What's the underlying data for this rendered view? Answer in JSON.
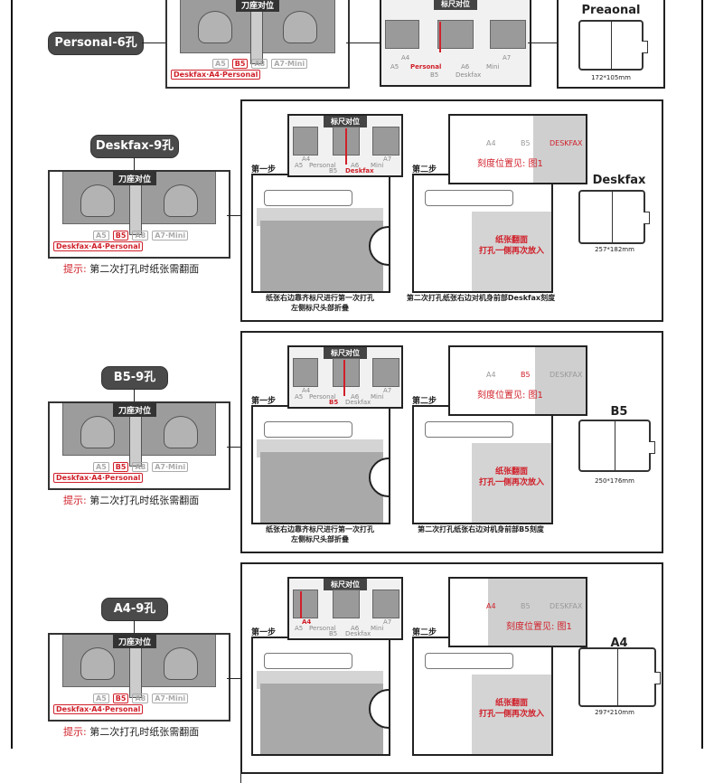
{
  "sections": [
    {
      "id": "personal",
      "pill": "Personal-6孔",
      "seat": {
        "tag": "刀座对位",
        "gray_marks": [
          "A5",
          "A8",
          "A7·Mini"
        ],
        "b5": "B5",
        "red_row": "Deskfax·A4·Personal"
      },
      "ruler": {
        "tag": "标尺对位",
        "labels": [
          "A4",
          "A5",
          "Personal",
          "B5",
          "A6",
          "Deskfax",
          "A7",
          "Mini"
        ],
        "highlight": "Personal"
      },
      "book": {
        "title": "Preaonal",
        "size": "172*105mm"
      }
    },
    {
      "id": "deskfax",
      "pill": "Deskfax-9孔",
      "seat": {
        "tag": "刀座对位",
        "gray_marks": [
          "A5",
          "A8",
          "A7·Mini"
        ],
        "b5": "B5",
        "red_row": "Deskfax·A4·Personal"
      },
      "tip": {
        "key": "提示:",
        "text": "第二次打孔时纸张需翻面"
      },
      "step1": "第一步",
      "step2": "第二步",
      "ruler": {
        "tag": "标尺对位",
        "labels": [
          "A4",
          "A5",
          "Personal",
          "B5",
          "A6",
          "Deskfax",
          "A7",
          "Mini"
        ],
        "highlight": "Deskfax"
      },
      "scale": {
        "marks": [
          "A4",
          "B5",
          "DESKFAX"
        ],
        "note": "刻度位置见: 图1"
      },
      "flip_note": [
        "纸张翻面",
        "打孔一侧再次放入"
      ],
      "cap1": [
        "纸张右边靠齐标尺进行第一次打孔",
        "左侧标尺头部折叠"
      ],
      "cap2": "第二次打孔纸张右边对机身前部Deskfax刻度",
      "book": {
        "title": "Deskfax",
        "size": "257*182mm"
      }
    },
    {
      "id": "b5",
      "pill": "B5-9孔",
      "seat": {
        "tag": "刀座对位",
        "gray_marks": [
          "A5",
          "A8",
          "A7·Mini"
        ],
        "b5": "B5",
        "red_row": "Deskfax·A4·Personal"
      },
      "tip": {
        "key": "提示:",
        "text": "第二次打孔时纸张需翻面"
      },
      "step1": "第一步",
      "step2": "第二步",
      "ruler": {
        "tag": "标尺对位",
        "labels": [
          "A4",
          "A5",
          "Personal",
          "B5",
          "A6",
          "Deskfax",
          "A7",
          "Mini"
        ],
        "highlight": "B5"
      },
      "scale": {
        "marks": [
          "A4",
          "B5",
          "DESKFAX"
        ],
        "note": "刻度位置见: 图1"
      },
      "flip_note": [
        "纸张翻面",
        "打孔一侧再次放入"
      ],
      "cap1": [
        "纸张右边靠齐标尺进行第一次打孔",
        "左侧标尺头部折叠"
      ],
      "cap2": "第二次打孔纸张右边对机身前部B5刻度",
      "book": {
        "title": "B5",
        "size": "250*176mm"
      }
    },
    {
      "id": "a4",
      "pill": "A4-9孔",
      "seat": {
        "tag": "刀座对位",
        "gray_marks": [
          "A5",
          "A8",
          "A7·Mini"
        ],
        "b5": "B5",
        "red_row": "Deskfax·A4·Personal"
      },
      "tip": {
        "key": "提示:",
        "text": "第二次打孔时纸张需翻面"
      },
      "step1": "第一步",
      "step2": "第二步",
      "ruler": {
        "tag": "标尺对位",
        "labels": [
          "A4",
          "A5",
          "Personal",
          "B5",
          "A6",
          "Deskfax",
          "A7",
          "Mini"
        ],
        "highlight": "A4"
      },
      "scale": {
        "marks": [
          "A4",
          "B5",
          "DESKFAX"
        ],
        "note": "刻度位置见: 图1"
      },
      "flip_note": [
        "纸张翻面",
        "打孔一侧再次放入"
      ],
      "book": {
        "title": "A4",
        "size": "297*210mm"
      }
    }
  ],
  "colors": {
    "accent_red": "#d0202a",
    "pill_bg": "#4a4a4a",
    "paper_gray": "#a9a9a9"
  }
}
